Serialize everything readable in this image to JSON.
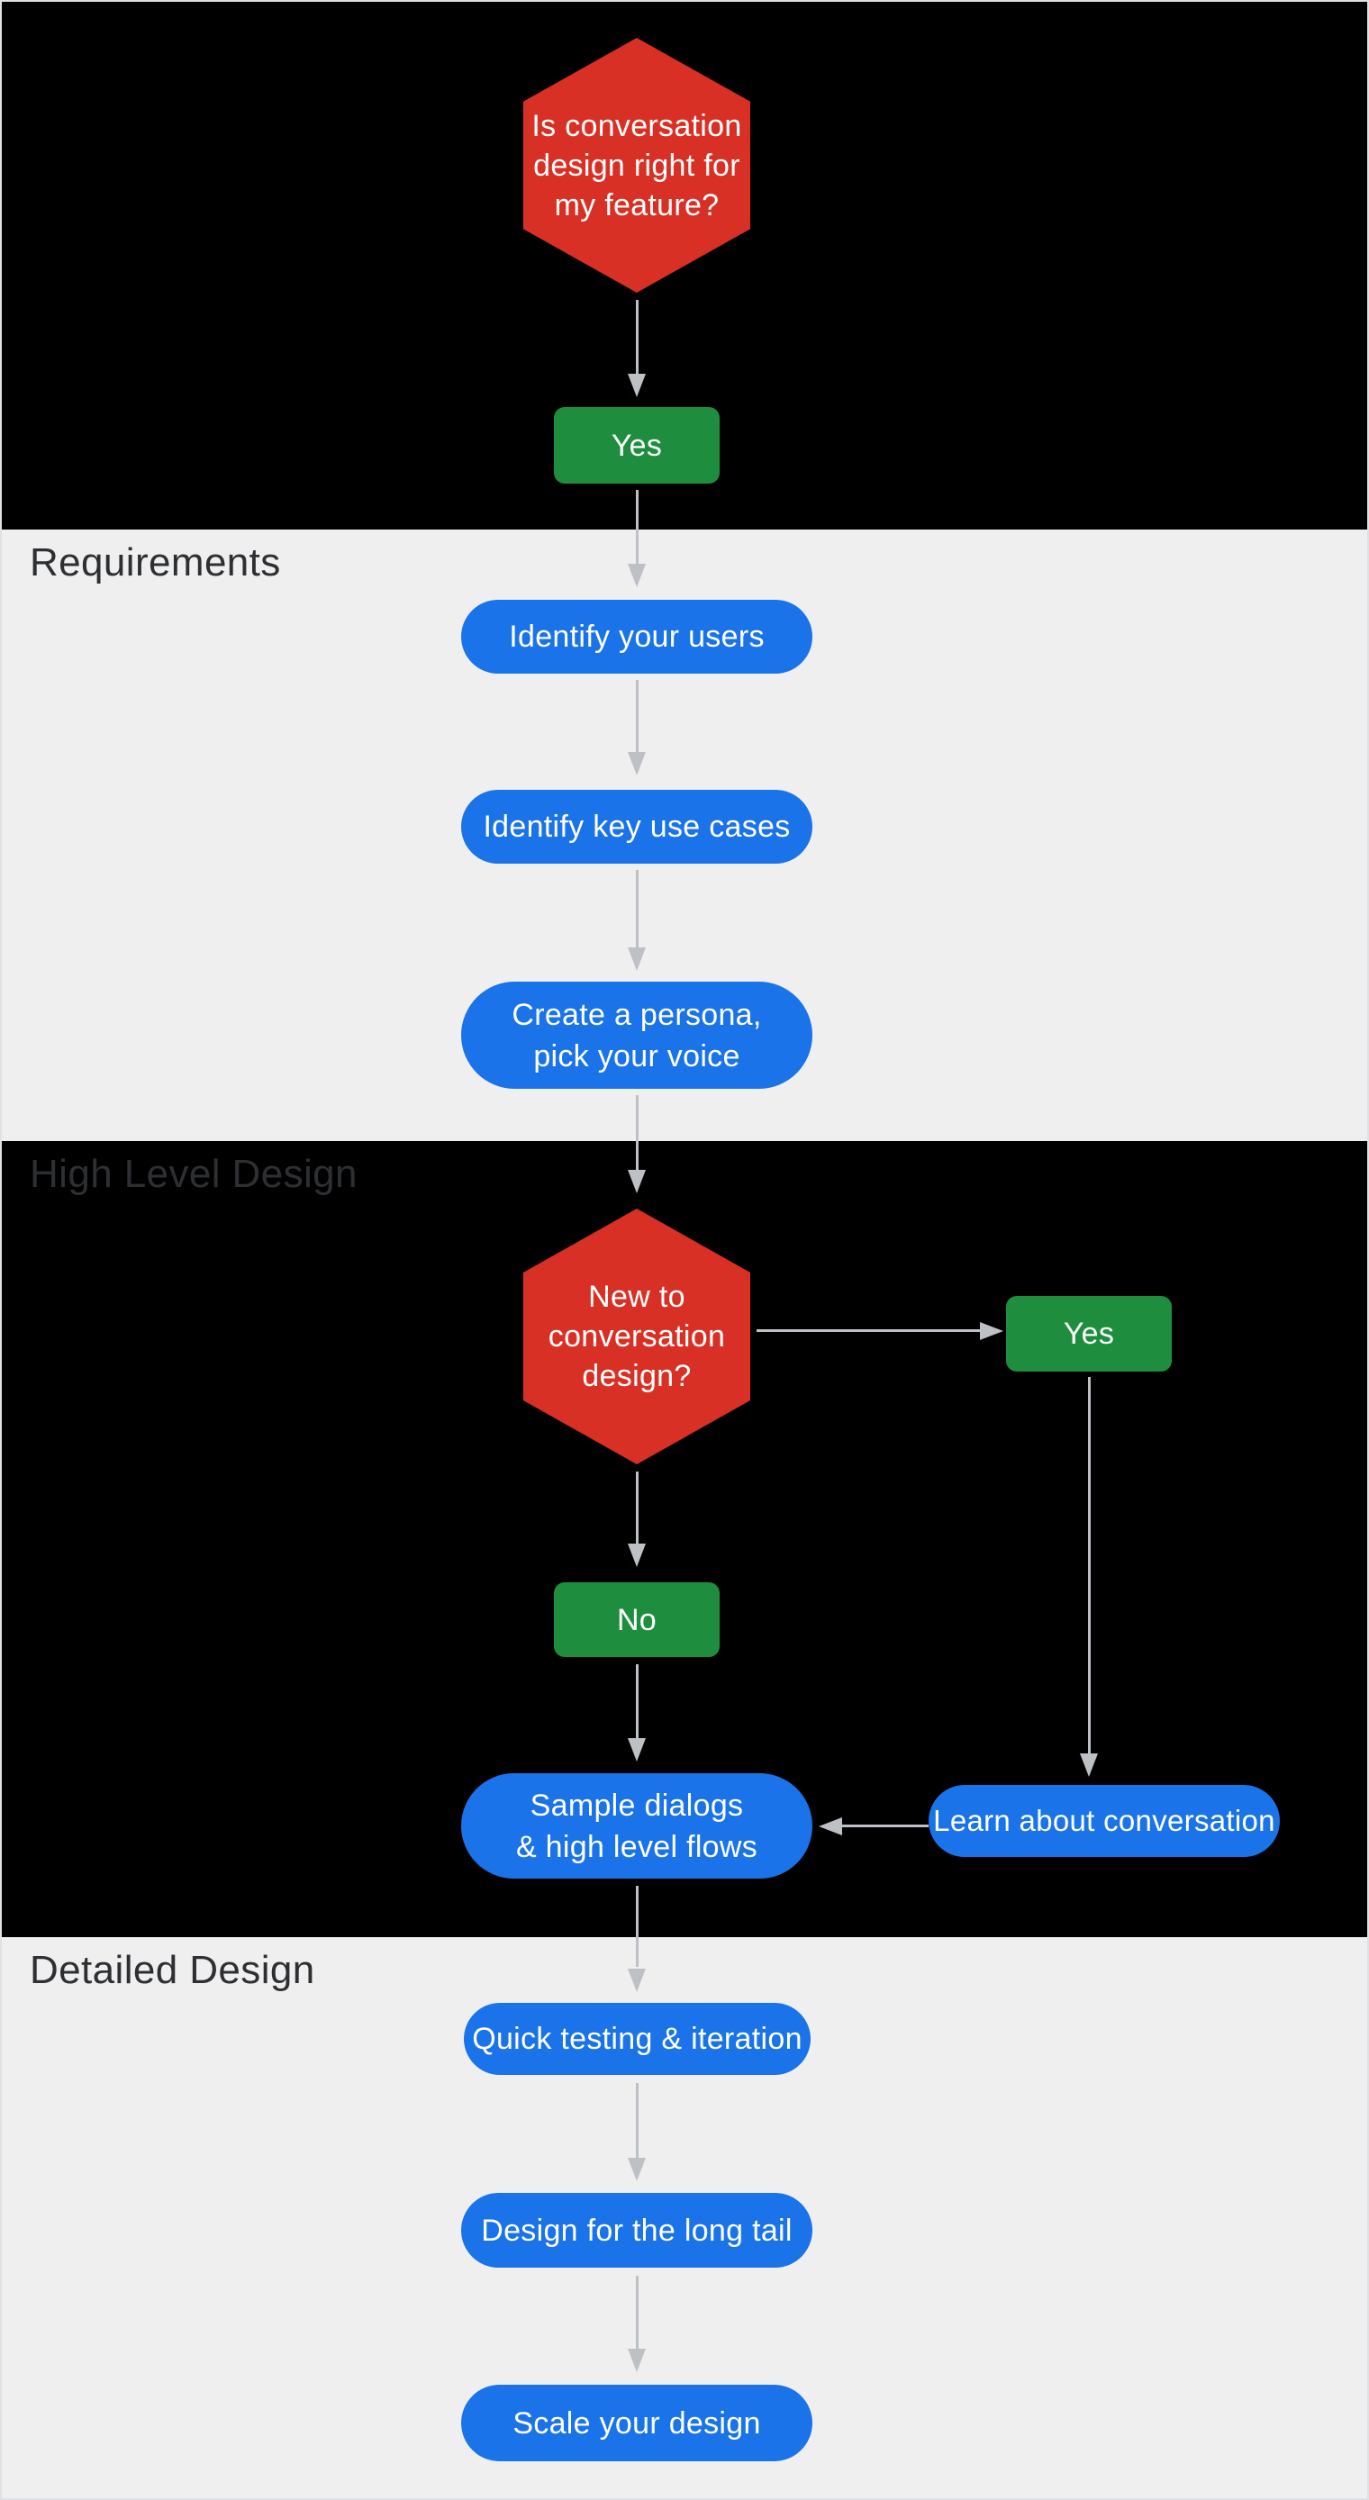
{
  "colors": {
    "red": "#d93025",
    "blue": "#1a73e8",
    "green": "#1e8e3e",
    "black": "#000000",
    "surface": "#efefef",
    "label": "#2d2f33",
    "arrow": "#bdc1c6",
    "node-text": "#ffffff",
    "border": "#dfe1e5"
  },
  "sections": [
    {
      "id": "start",
      "label": ""
    },
    {
      "id": "requirements",
      "label": "Requirements"
    },
    {
      "id": "high-level-design",
      "label": "High Level Design"
    },
    {
      "id": "detailed-design",
      "label": "Detailed Design"
    }
  ],
  "nodes": {
    "decision_fit": {
      "type": "decision",
      "lines": [
        "Is conversation",
        "design right for",
        "my feature?"
      ]
    },
    "yes_start": {
      "type": "answer",
      "label": "Yes"
    },
    "identify_users": {
      "type": "step",
      "label": "Identify your users"
    },
    "key_use_cases": {
      "type": "step",
      "label": "Identify key use cases"
    },
    "persona": {
      "type": "step",
      "lines": [
        "Create a persona,",
        "pick your voice"
      ]
    },
    "decision_new": {
      "type": "decision",
      "lines": [
        "New to",
        "conversation",
        "design?"
      ]
    },
    "yes_new": {
      "type": "answer",
      "label": "Yes"
    },
    "no_new": {
      "type": "answer",
      "label": "No"
    },
    "sample_dialogs": {
      "type": "step",
      "lines": [
        "Sample dialogs",
        "& high level flows"
      ]
    },
    "learn": {
      "type": "step",
      "label": "Learn about conversation"
    },
    "quick_testing": {
      "type": "step",
      "label": "Quick testing & iteration"
    },
    "long_tail": {
      "type": "step",
      "label": "Design for the long tail"
    },
    "scale": {
      "type": "step",
      "label": "Scale your design"
    }
  }
}
